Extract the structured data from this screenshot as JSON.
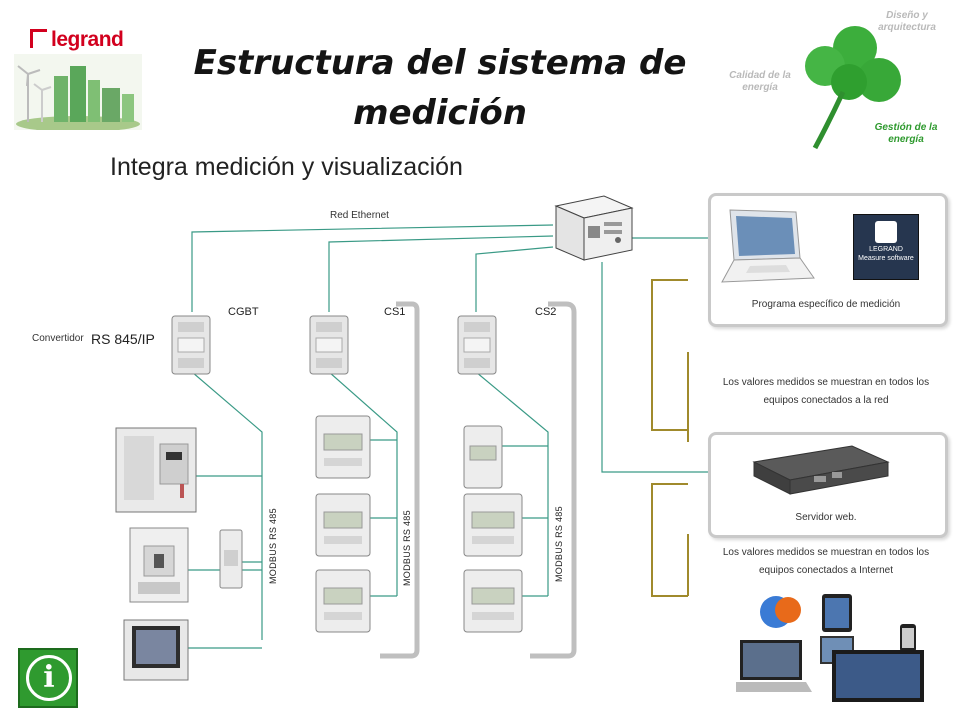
{
  "brand": {
    "name": "legrand"
  },
  "title": "Estructura del sistema de medición",
  "subtitle": "Integra medición y visualización",
  "clover": {
    "top": "Diseño y arquitectura",
    "left": "Calidad de la energía",
    "bottom": "Gestión de la energía"
  },
  "network": {
    "ethernet_label": "Red Ethernet",
    "converter_small": "Convertidor",
    "converter_large": "RS 845/IP",
    "columns": [
      "CGBT",
      "CS1",
      "CS2"
    ],
    "bus_label": "MODBUS RS 485"
  },
  "panels": {
    "software_caption": "Programa específico de medición",
    "software_badge": "LEGRAND Measure software",
    "network_info": "Los valores medidos se muestran en todos los equipos conectados a la red",
    "webserver_caption": "Servidor web.",
    "internet_info": "Los valores medidos se muestran en todos los equipos conectados a Internet"
  },
  "colors": {
    "line": "#3a9a86",
    "bracket": "#a08a2c",
    "logo": "#d2001e",
    "clover": "#3cae3c",
    "info_button": "#2f9a2f"
  },
  "icons": [
    "info-icon",
    "clover-icon",
    "laptop-icon",
    "router-icon",
    "web-server-icon"
  ]
}
